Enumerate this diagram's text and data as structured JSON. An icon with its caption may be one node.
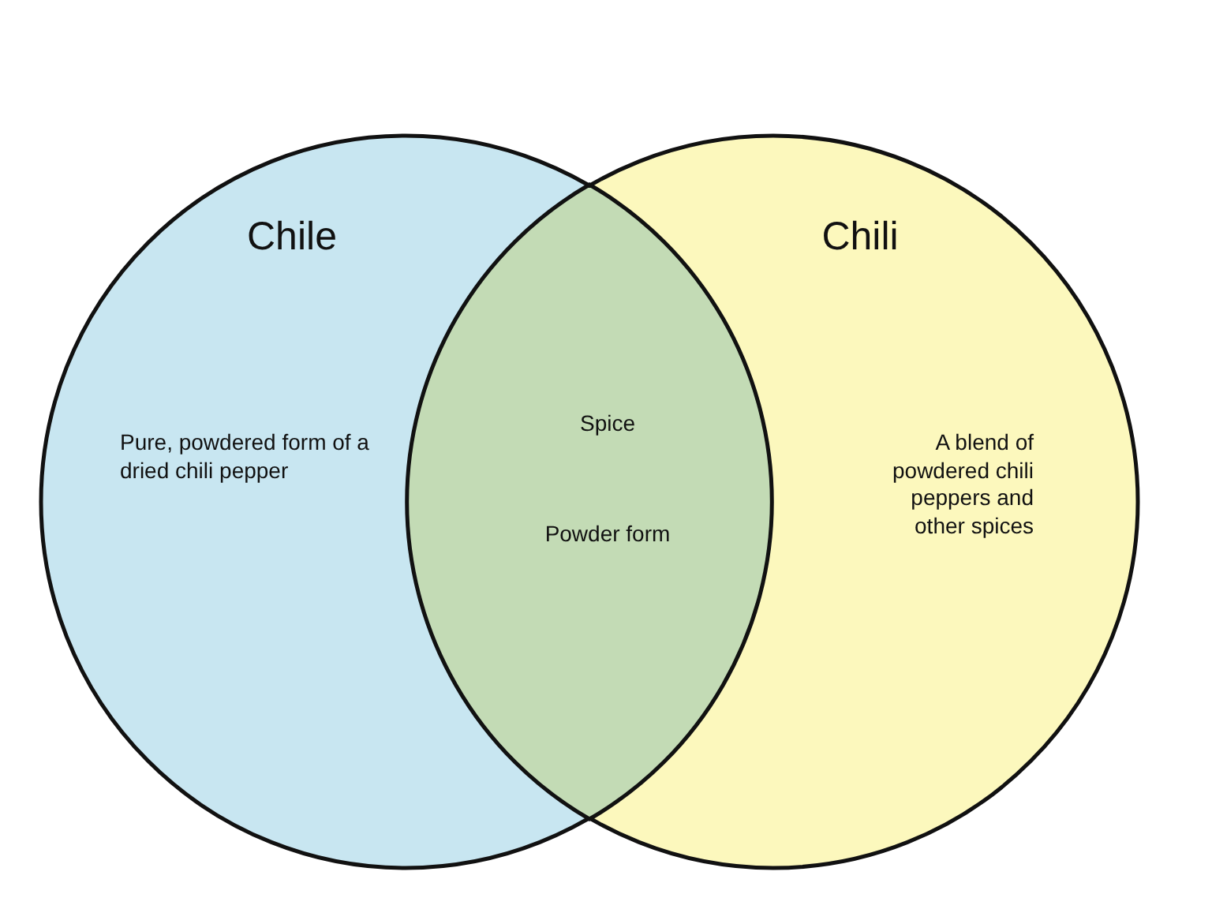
{
  "diagram": {
    "nodes": [
      {
        "text": [
          "Chile",
          "Pure, powdered form of a dried chili pepper"
        ]
      },
      {
        "text": [
          "Chili",
          "A blend of powdered chili peppers and other spices"
        ]
      },
      {
        "text": [
          "Spice",
          "Powder form"
        ]
      }
    ]
  }
}
